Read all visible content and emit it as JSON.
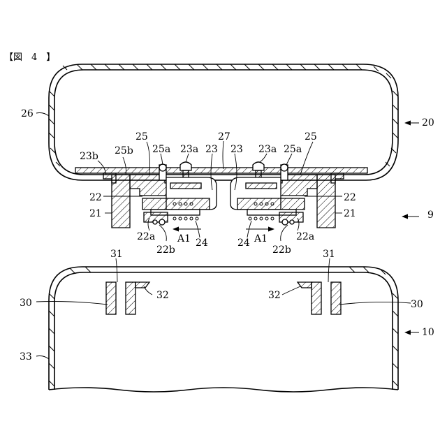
{
  "figure_caption": "【図　4　】",
  "labels": {
    "l20": "20",
    "l26": "26",
    "l25_left": "25",
    "l25_right": "25",
    "l27": "27",
    "l25b": "25b",
    "l25a_left": "25a",
    "l23a_left": "23a",
    "l23_left": "23",
    "l23_right": "23",
    "l23a_right": "23a",
    "l25a_right": "25a",
    "l23b": "23b",
    "l22_left": "22",
    "l22_right": "22",
    "l21_left": "21",
    "l21_right": "21",
    "l9": "9",
    "l22a_left": "22a",
    "l22a_right": "22a",
    "a1_left": "A1",
    "a1_right": "A1",
    "l22b_left": "22b",
    "l22b_right": "22b",
    "l24_left": "24",
    "l24_right": "24",
    "l31_left": "31",
    "l31_right": "31",
    "l30_left": "30",
    "l30_right": "30",
    "l32_left": "32",
    "l32_right": "32",
    "l10": "10",
    "l33": "33"
  }
}
